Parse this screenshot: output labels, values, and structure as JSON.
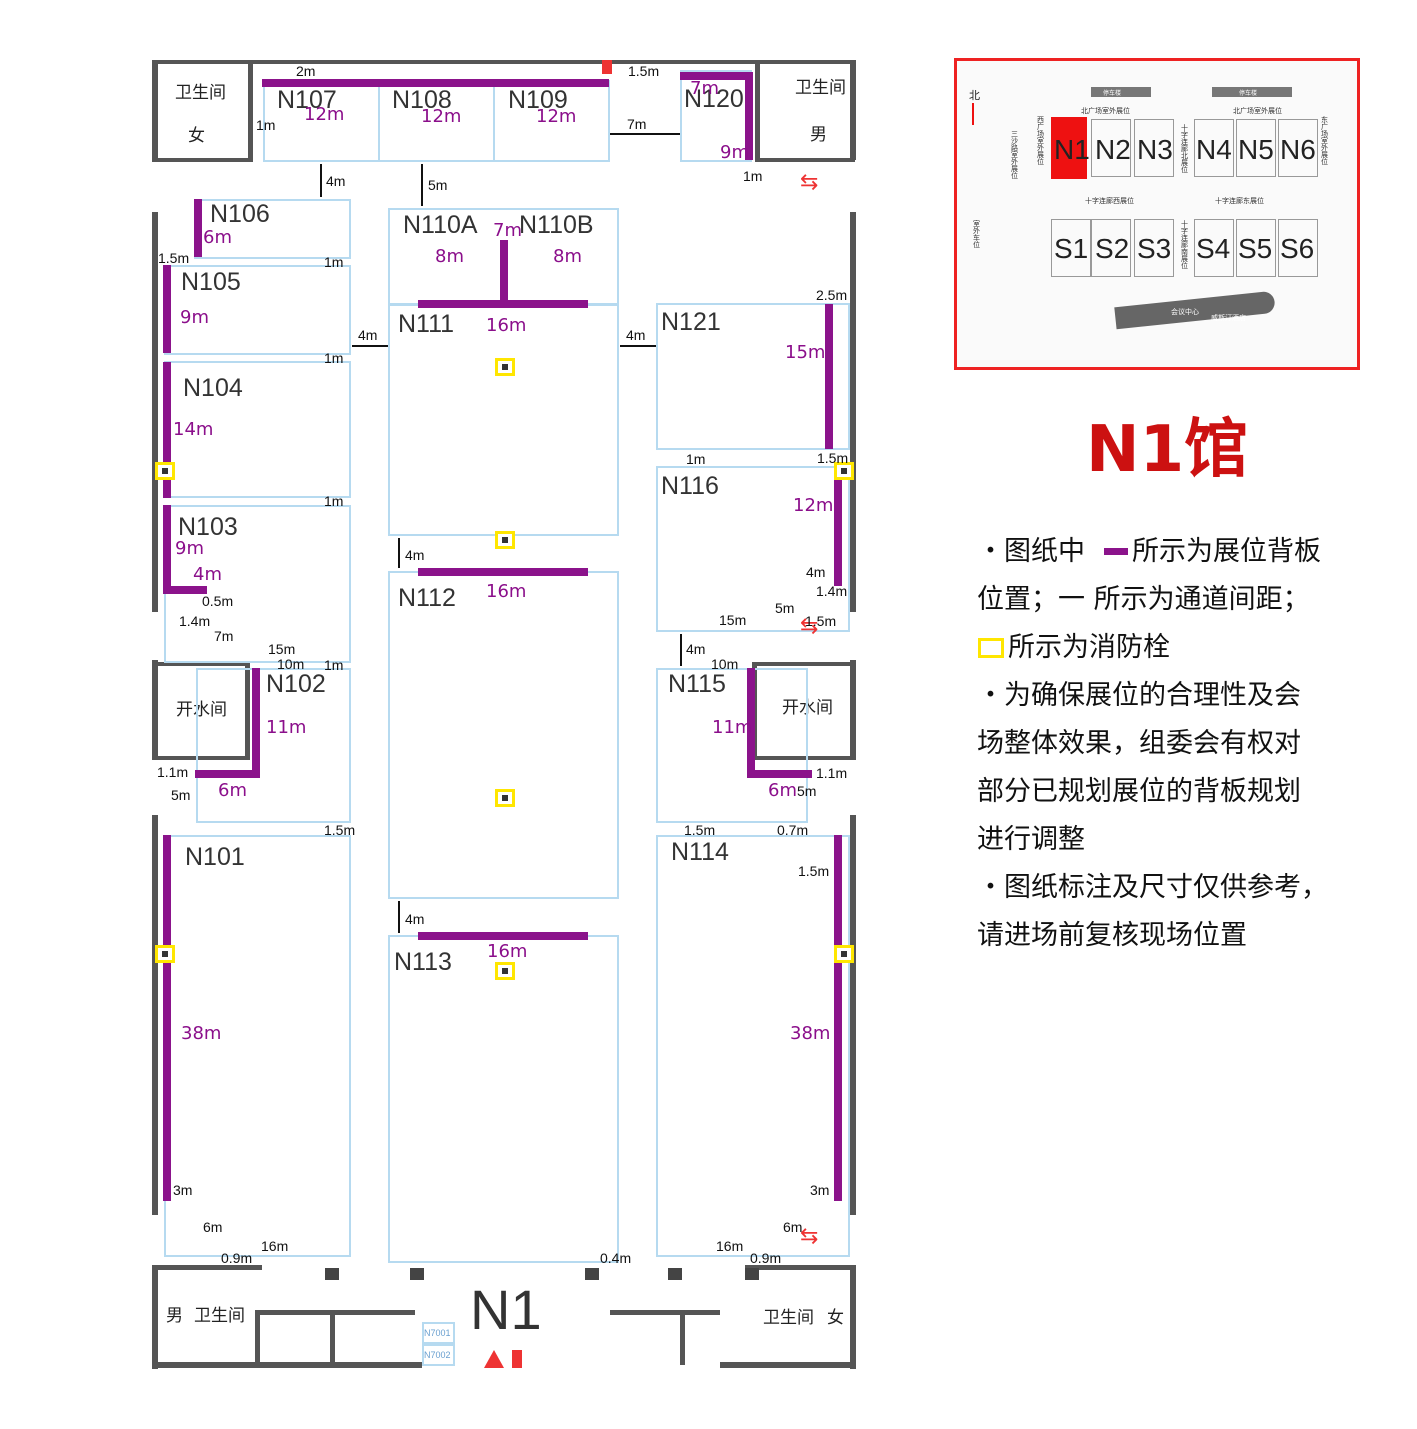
{
  "booths": [
    {
      "id": "N107",
      "backboard": "12m"
    },
    {
      "id": "N108",
      "backboard": "12m"
    },
    {
      "id": "N109",
      "backboard": "12m"
    },
    {
      "id": "N120",
      "backboard_top": "7m",
      "backboard_side": "9m"
    },
    {
      "id": "N106",
      "backboard": "6m"
    },
    {
      "id": "N110A",
      "backboard": "8m"
    },
    {
      "id": "N110B",
      "backboard": "8m"
    },
    {
      "id": "N105",
      "backboard": "9m"
    },
    {
      "id": "N111",
      "backboard": "16m"
    },
    {
      "id": "N121",
      "backboard": "15m"
    },
    {
      "id": "N104",
      "backboard": "14m"
    },
    {
      "id": "N116",
      "backboard": "12m"
    },
    {
      "id": "N103",
      "backboard": "9m",
      "backboard_bottom": "4m"
    },
    {
      "id": "N112",
      "backboard": "16m"
    },
    {
      "id": "N102",
      "backboard": "11m",
      "backboard_bottom": "6m"
    },
    {
      "id": "N115",
      "backboard": "11m",
      "backboard_bottom": "6m"
    },
    {
      "id": "N101",
      "backboard": "38m"
    },
    {
      "id": "N114",
      "backboard": "38m"
    },
    {
      "id": "N113",
      "backboard": "16m"
    }
  ],
  "labels": {
    "n110_spine": "7m",
    "hall_floor_mark": "N1",
    "small_booth_1": "N7001",
    "small_booth_2": "N7002"
  },
  "rooms": {
    "toilet": "卫生间",
    "female": "女",
    "male": "男",
    "water_room": "开水间"
  },
  "dimensions": [
    "2m",
    "1.5m",
    "1m",
    "7m",
    "1m",
    "4m",
    "5m",
    "1.5m",
    "1m",
    "4m",
    "4m",
    "1m",
    "2.5m",
    "1m",
    "1m",
    "1.5m",
    "4m",
    "0.5m",
    "1.4m",
    "7m",
    "15m",
    "10m",
    "1m",
    "4m",
    "5m",
    "1.4m",
    "15m",
    "1.5m",
    "4m",
    "10m",
    "1.1m",
    "5m",
    "1.1m",
    "5m",
    "1.5m",
    "1.5m",
    "0.7m",
    "1.5m",
    "4m",
    "3m",
    "3m",
    "6m",
    "0.9m",
    "16m",
    "0.4m",
    "16m",
    "0.9m",
    "6m"
  ],
  "minimap": {
    "halls_north": [
      "N1",
      "N2",
      "N3",
      "N4",
      "N5",
      "N6"
    ],
    "halls_south": [
      "S1",
      "S2",
      "S3",
      "S4",
      "S5",
      "S6"
    ],
    "north_arrow": "北",
    "parking": [
      "停车楼",
      "停车楼"
    ],
    "north_plaza": [
      "北广场室外展位",
      "北广场室外展位"
    ],
    "cross_corridor_west": "十字连廊西展位",
    "cross_corridor_east": "十字连廊东展位",
    "cross_north": "十字连廊北展位",
    "cross_south": "十字连廊南展位",
    "west_plaza": "西广场室外展位",
    "east_plaza": "东广场室外展位",
    "sansha_road": "三沙路室外展位",
    "outdoor_parking": "室外车位",
    "conference": "会议中心",
    "hotel": "威斯汀酒店",
    "highlight_color": "#ee1111"
  },
  "title": "N1馆",
  "notes": [
    "・图纸中",
    "所示为展位背板",
    "位置；一 所示为通道间距；",
    "所示为消防栓",
    "・为确保展位的合理性及会",
    "场整体效果，组委会有权对",
    "部分已规划展位的背板规划",
    "进行调整",
    "・图纸标注及尺寸仅供参考，",
    "请进场前复核现场位置"
  ],
  "colors": {
    "backboard": "#8b138b",
    "hydrant": "#ffe600",
    "booth_outline": "#b6daf0",
    "wall": "#555555",
    "title": "#cc1111"
  }
}
